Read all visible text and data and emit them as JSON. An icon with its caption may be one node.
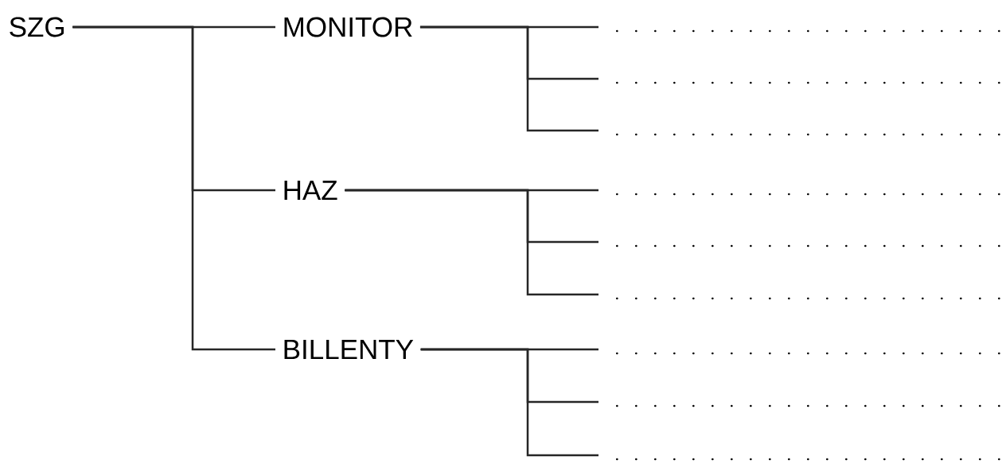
{
  "diagram": {
    "nodes": [
      {
        "text": [
          "SZG"
        ]
      },
      {
        "text": [
          "MONITOR"
        ]
      },
      {
        "text": [
          "HAZ"
        ]
      },
      {
        "text": [
          "BILLENTY"
        ]
      },
      {
        "text": [],
        "shape": "line"
      },
      {
        "text": [],
        "shape": "line"
      },
      {
        "text": [],
        "shape": "line"
      },
      {
        "text": [],
        "shape": "line"
      },
      {
        "text": [],
        "shape": "line"
      },
      {
        "text": [],
        "shape": "line"
      },
      {
        "text": [],
        "shape": "line"
      },
      {
        "text": [],
        "shape": "line"
      },
      {
        "text": [],
        "shape": "line"
      }
    ],
    "edges": [
      {
        "from": 0,
        "to": 1,
        "arrow": "none"
      },
      {
        "from": 0,
        "to": 2,
        "arrow": "none"
      },
      {
        "from": 0,
        "to": 3,
        "arrow": "none"
      },
      {
        "from": 1,
        "to": 4,
        "arrow": "none"
      },
      {
        "from": 1,
        "to": 5,
        "arrow": "none"
      },
      {
        "from": 1,
        "to": 6,
        "arrow": "none"
      },
      {
        "from": 2,
        "to": 7,
        "arrow": "none"
      },
      {
        "from": 2,
        "to": 8,
        "arrow": "none"
      },
      {
        "from": 2,
        "to": 9,
        "arrow": "none"
      },
      {
        "from": 3,
        "to": 10,
        "arrow": "none"
      },
      {
        "from": 3,
        "to": 11,
        "arrow": "none"
      },
      {
        "from": 3,
        "to": 12,
        "arrow": "none"
      }
    ]
  }
}
